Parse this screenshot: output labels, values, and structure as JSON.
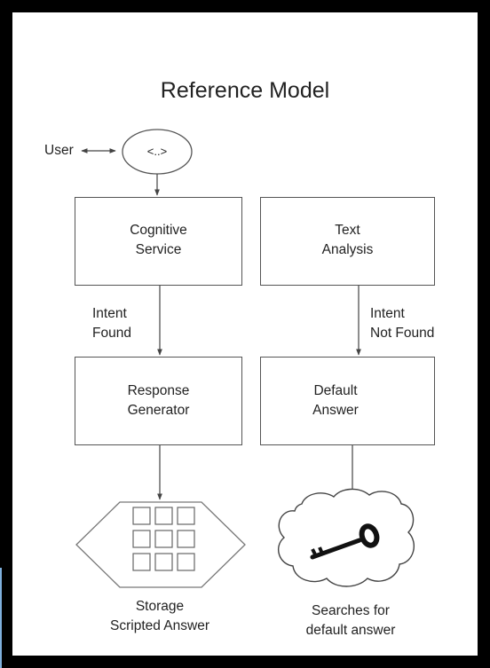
{
  "diagram": {
    "title": "Reference Model",
    "user_label": "User",
    "interface_label": "<..>",
    "boxes": {
      "cognitive_service": [
        "Cognitive",
        "Service"
      ],
      "text_analysis": [
        "Text",
        "Analysis"
      ],
      "response_generator": [
        "Response",
        "Generator"
      ],
      "default_answer": [
        "Default",
        "Answer"
      ]
    },
    "edge_labels": {
      "intent_found": [
        "Intent",
        "Found"
      ],
      "intent_not_found": [
        "Intent",
        "Not Found"
      ]
    },
    "outputs": {
      "storage": [
        "Storage",
        "Scripted Answer"
      ],
      "searches": [
        "Searches for",
        "default answer"
      ]
    },
    "icons": {
      "storage": "storage-grid-icon",
      "search": "key-cloud-icon"
    }
  }
}
